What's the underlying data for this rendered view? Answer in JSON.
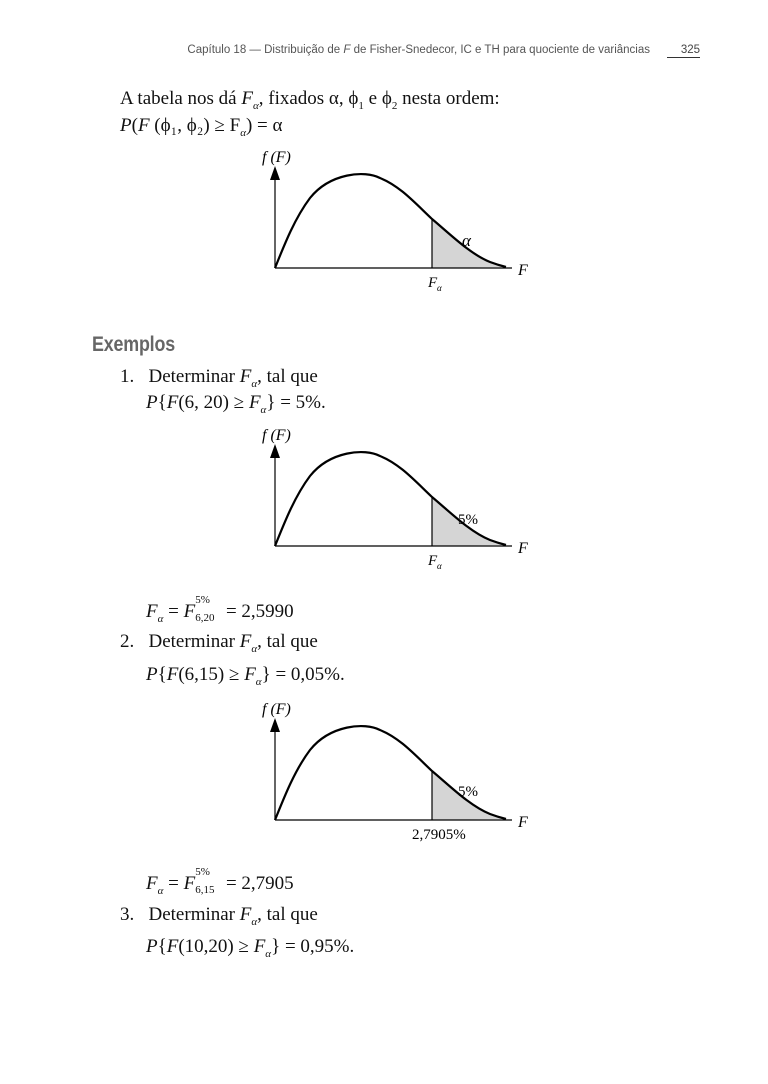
{
  "header": {
    "running_title_pre": "Capítulo 18 — Distribuição de ",
    "running_title_var": "F",
    "running_title_post": " de Fisher-Snedecor, IC e TH para quociente de variâncias",
    "page_number": "325"
  },
  "intro": {
    "line1_pre": "A tabela nos dá ",
    "line1_post": ", fixados α, ϕ",
    "line1_mid": " e ϕ",
    "line1_end": " nesta ordem:",
    "line2": "(ϕ₁, ϕ₂) ≥ F",
    "line2_tail": ") = α"
  },
  "graph1": {
    "ylabel": "f (F)",
    "xlabel": "F",
    "cut_label": "F",
    "cut_sub": "α",
    "area_label": "α"
  },
  "section_title": "Exemplos",
  "examples": [
    {
      "num": "1.",
      "text": "Determinar",
      "var": "F",
      "sub": "α",
      "tail": ", tal que",
      "cond_pre": "{",
      "cond_mid": "(6, 20) ≥ ",
      "cond_end": "} = 5%."
    },
    {
      "num": "2.",
      "text": "Determinar",
      "var": "F",
      "sub": "α",
      "tail": ", tal que",
      "cond_pre": "{",
      "cond_mid": "(6,15) ≥ ",
      "cond_end": "} = 0,05%."
    },
    {
      "num": "3.",
      "text": "Determinar",
      "var": "F",
      "sub": "α",
      "tail": ", tal que",
      "cond_pre": "{",
      "cond_mid": "(10,20) ≥ ",
      "cond_end": "} = 0,95%."
    }
  ],
  "graph2": {
    "ylabel": "f (F)",
    "xlabel": "F",
    "cut_label": "F",
    "cut_sub": "α",
    "area_label": "5%"
  },
  "result1": {
    "sup": "5%",
    "sub": "6,20",
    "value": " = 2,5990"
  },
  "graph3": {
    "ylabel": "f (F)",
    "xlabel": "F",
    "cut_label": "2,7905%",
    "area_label": "5%"
  },
  "result2": {
    "sup": "5%",
    "sub": "6,15",
    "value": " = 2,7905"
  },
  "symbols": {
    "P": "P",
    "F": "F",
    "alpha": "α",
    "eq": " = ",
    "one": "1",
    "two": "2"
  }
}
